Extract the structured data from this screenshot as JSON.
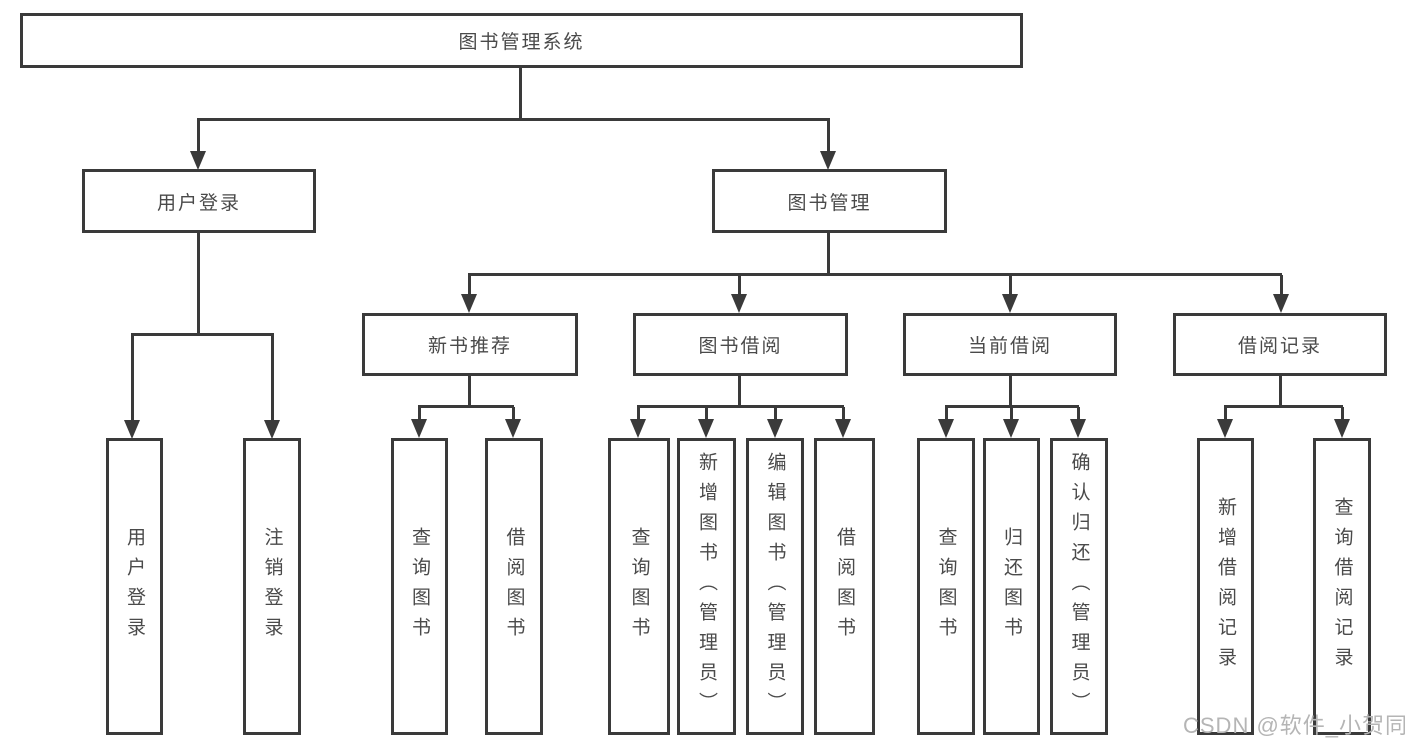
{
  "diagram": {
    "root": {
      "label": "图书管理系统"
    },
    "level1": [
      {
        "label": "用户登录"
      },
      {
        "label": "图书管理"
      }
    ],
    "level2": [
      {
        "label": "新书推荐"
      },
      {
        "label": "图书借阅"
      },
      {
        "label": "当前借阅"
      },
      {
        "label": "借阅记录"
      }
    ],
    "user_login_children": [
      {
        "label": "用户登录"
      },
      {
        "label": "注销登录"
      }
    ],
    "new_book_children": [
      {
        "label": "查询图书"
      },
      {
        "label": "借阅图书"
      }
    ],
    "book_borrow_children": [
      {
        "label": "查询图书"
      },
      {
        "label": "新增图书（管理员）"
      },
      {
        "label": "编辑图书（管理员）"
      },
      {
        "label": "借阅图书"
      }
    ],
    "current_borrow_children": [
      {
        "label": "查询图书"
      },
      {
        "label": "归还图书"
      },
      {
        "label": "确认归还（管理员）"
      }
    ],
    "borrow_record_children": [
      {
        "label": "新增借阅记录"
      },
      {
        "label": "查询借阅记录"
      }
    ],
    "watermark": "CSDN @软件_小贺同学",
    "colors": {
      "line": "#3a3a3a",
      "text": "#4a4a4a",
      "watermark": "#b5b5b5",
      "background": "#ffffff"
    }
  }
}
